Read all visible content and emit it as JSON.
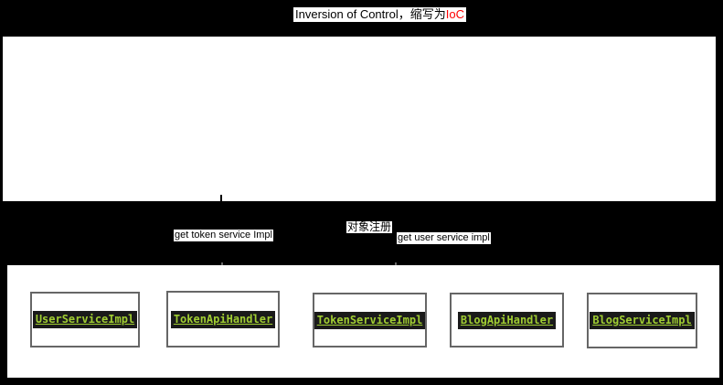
{
  "colors": {
    "background": "#000000",
    "surface": "#FFFFFF",
    "node_border": "#666666",
    "node_label_bg": "#1A1A1A",
    "node_label_text": "#A0CD32",
    "title_accent": "#FF0000",
    "connector": "#666666"
  },
  "title": {
    "prefix": "Inversion of Control，缩写为",
    "accent": "IoC"
  },
  "edge_labels": [
    {
      "id": "get-token-service",
      "text": "get token service Impl"
    },
    {
      "id": "object-registration",
      "text": "对象注册"
    },
    {
      "id": "get-user-service",
      "text": "get user service impl"
    }
  ],
  "nodes": [
    {
      "label": "UserServiceImpl"
    },
    {
      "label": "TokenApiHandler"
    },
    {
      "label": "TokenServiceImpl"
    },
    {
      "label": "BlogApiHandler"
    },
    {
      "label": "BlogServiceImpl"
    }
  ]
}
